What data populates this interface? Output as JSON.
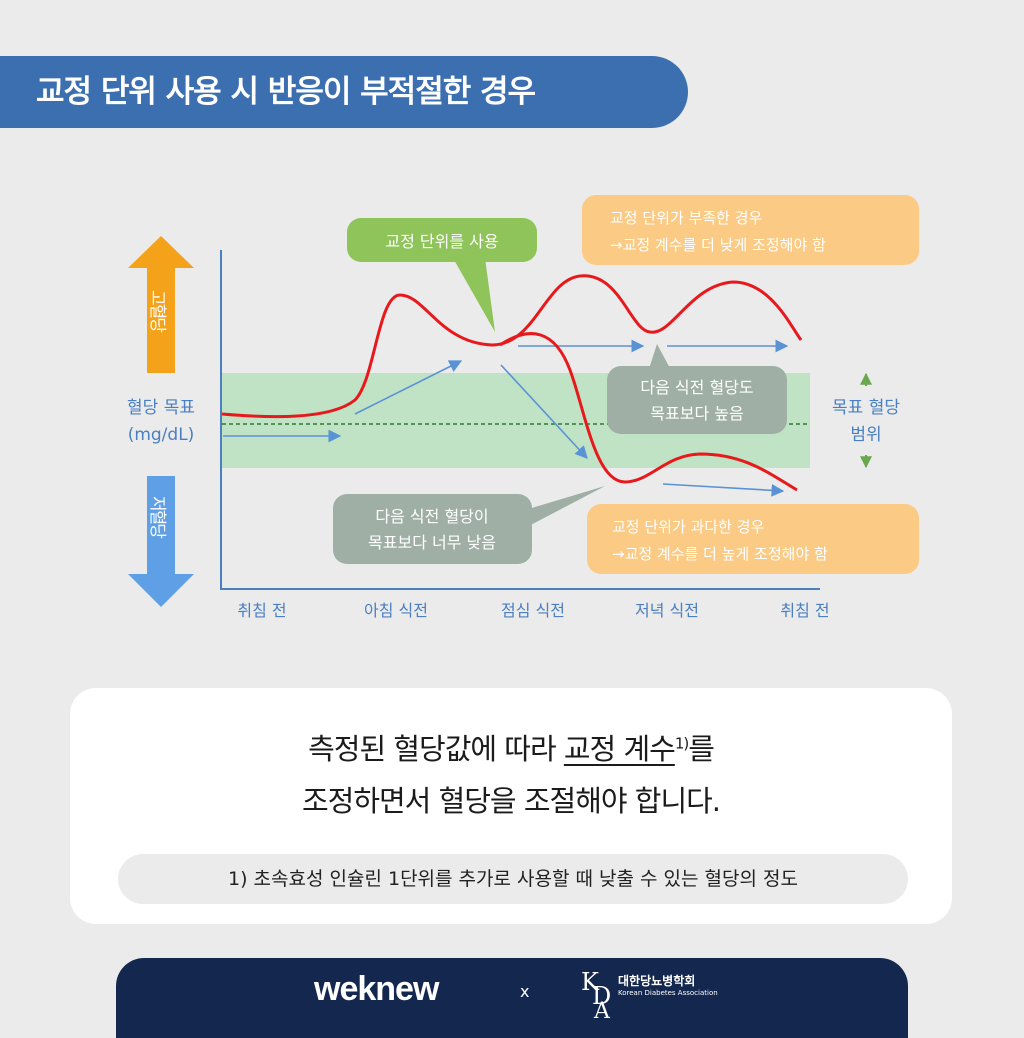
{
  "title": "교정 단위 사용 시 반응이 부적절한 경우",
  "diagram": {
    "high_label": "고혈당",
    "low_label": "저혈당",
    "target_label_1": "혈당 목표",
    "target_label_2": "(mg/dL)",
    "range_label_1": "목표 혈당",
    "range_label_2": "범위",
    "x_labels": [
      "취침 전",
      "아침 식전",
      "점심 식전",
      "저녁 식전",
      "취침 전"
    ],
    "callout_use": "교정 단위를 사용",
    "callout_short_1": "교정 단위가 부족한 경우",
    "callout_short_2": "→교정 계수를 더 낮게 조정해야 함",
    "callout_high_1": "다음 식전 혈당도",
    "callout_high_2": "목표보다 높음",
    "callout_low_1": "다음 식전 혈당이",
    "callout_low_2": "목표보다 너무 낮음",
    "callout_over_1": "교정 단위가 과다한 경우",
    "callout_over_2": "→교정 계수를 더 높게 조정해야 함",
    "colors": {
      "curve": "#e8191d",
      "target_band": "#bfe3c4",
      "high_arrow": "#f4a21a",
      "low_arrow": "#5f9fe6",
      "green_callout": "#8ec45a",
      "orange_callout": "#fbcb86",
      "gray_callout": "#9fafa5",
      "axis_and_text": "#4a7fc1"
    }
  },
  "note": {
    "line1_a": "측정된 혈당값에 따라 ",
    "line1_u": "교정 계수",
    "line1_sup": "1)",
    "line1_b": "를",
    "line2": "조정하면서 혈당을 조절해야 합니다.",
    "footnote": "1) 초속효성 인슐린 1단위를 추가로 사용할 때 낮출 수 있는 혈당의 정도"
  },
  "footer": {
    "brand1": "weknew",
    "times": "x",
    "brand2_ko": "대한당뇨병학회",
    "brand2_en": "Korean Diabetes Association"
  }
}
